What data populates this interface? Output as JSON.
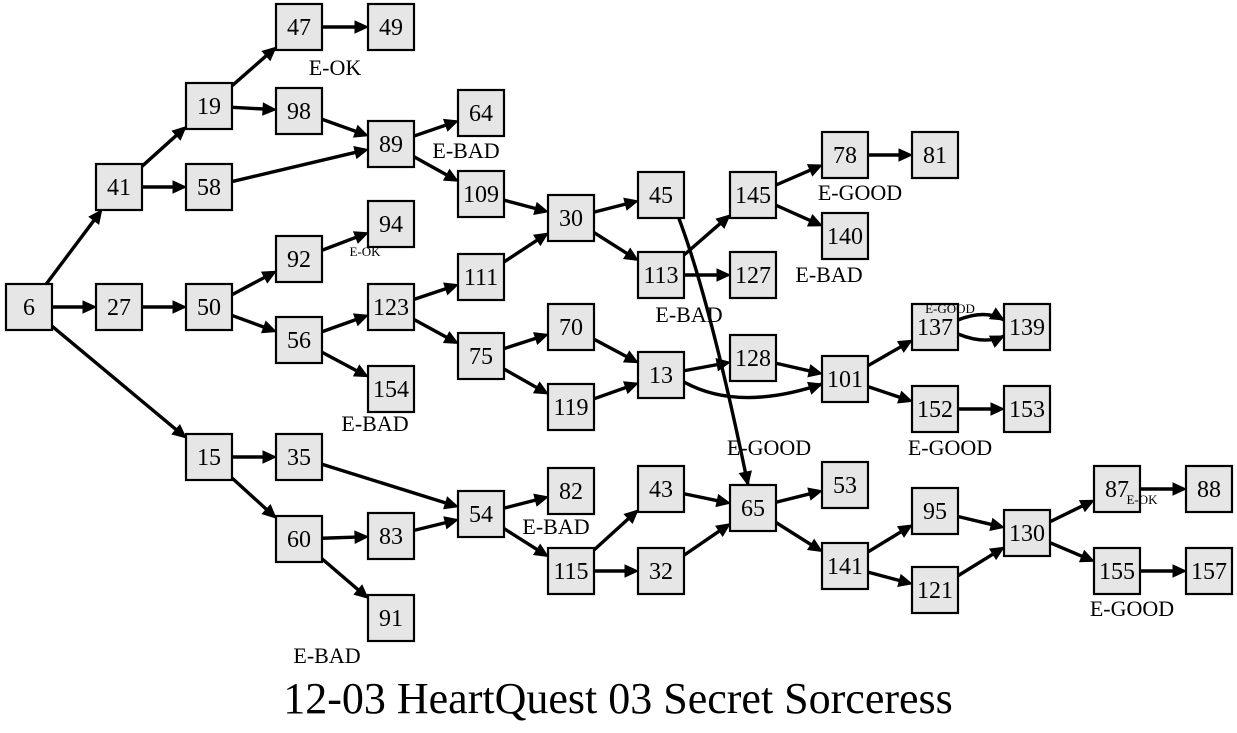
{
  "title": "12-03 HeartQuest 03 Secret Sorceress",
  "nodes": [
    "6",
    "41",
    "27",
    "15",
    "19",
    "58",
    "47",
    "49",
    "98",
    "89",
    "64",
    "109",
    "50",
    "92",
    "94",
    "56",
    "123",
    "154",
    "35",
    "60",
    "83",
    "91",
    "54",
    "82",
    "115",
    "111",
    "75",
    "70",
    "119",
    "30",
    "45",
    "113",
    "127",
    "145",
    "78",
    "81",
    "140",
    "13",
    "128",
    "101",
    "137",
    "139",
    "152",
    "153",
    "43",
    "32",
    "65",
    "53",
    "141",
    "95",
    "121",
    "130",
    "87",
    "88",
    "155",
    "157"
  ],
  "edges": [
    [
      "6",
      "41"
    ],
    [
      "6",
      "27"
    ],
    [
      "6",
      "15"
    ],
    [
      "41",
      "19"
    ],
    [
      "41",
      "58"
    ],
    [
      "19",
      "47"
    ],
    [
      "19",
      "98"
    ],
    [
      "47",
      "49"
    ],
    [
      "98",
      "89"
    ],
    [
      "58",
      "89"
    ],
    [
      "89",
      "64"
    ],
    [
      "89",
      "109"
    ],
    [
      "27",
      "50"
    ],
    [
      "50",
      "92"
    ],
    [
      "50",
      "56"
    ],
    [
      "92",
      "94"
    ],
    [
      "56",
      "123"
    ],
    [
      "56",
      "154"
    ],
    [
      "123",
      "111"
    ],
    [
      "123",
      "75"
    ],
    [
      "109",
      "30"
    ],
    [
      "111",
      "30"
    ],
    [
      "30",
      "45"
    ],
    [
      "30",
      "113"
    ],
    [
      "45",
      "65"
    ],
    [
      "113",
      "145"
    ],
    [
      "113",
      "127"
    ],
    [
      "145",
      "78"
    ],
    [
      "145",
      "140"
    ],
    [
      "78",
      "81"
    ],
    [
      "75",
      "70"
    ],
    [
      "75",
      "119"
    ],
    [
      "70",
      "13"
    ],
    [
      "119",
      "13"
    ],
    [
      "13",
      "128"
    ],
    [
      "13",
      "101"
    ],
    [
      "128",
      "101"
    ],
    [
      "101",
      "137"
    ],
    [
      "101",
      "152"
    ],
    [
      "137",
      "139"
    ],
    [
      "137",
      "139"
    ],
    [
      "152",
      "153"
    ],
    [
      "15",
      "35"
    ],
    [
      "15",
      "60"
    ],
    [
      "35",
      "54"
    ],
    [
      "60",
      "83"
    ],
    [
      "60",
      "91"
    ],
    [
      "83",
      "54"
    ],
    [
      "54",
      "82"
    ],
    [
      "54",
      "115"
    ],
    [
      "115",
      "43"
    ],
    [
      "115",
      "32"
    ],
    [
      "43",
      "65"
    ],
    [
      "32",
      "65"
    ],
    [
      "65",
      "53"
    ],
    [
      "65",
      "141"
    ],
    [
      "141",
      "95"
    ],
    [
      "141",
      "121"
    ],
    [
      "95",
      "130"
    ],
    [
      "121",
      "130"
    ],
    [
      "130",
      "87"
    ],
    [
      "130",
      "155"
    ],
    [
      "87",
      "88"
    ],
    [
      "155",
      "157"
    ]
  ],
  "endings": [
    {
      "node": "47",
      "label": "E-OK"
    },
    {
      "node": "64",
      "label": "E-BAD"
    },
    {
      "node": "94",
      "label": "E-OK"
    },
    {
      "node": "154",
      "label": "E-BAD"
    },
    {
      "node": "91",
      "label": "E-BAD"
    },
    {
      "node": "82",
      "label": "E-BAD"
    },
    {
      "node": "78",
      "label": "E-GOOD"
    },
    {
      "node": "140",
      "label": "E-BAD"
    },
    {
      "node": "113",
      "label": "E-BAD"
    },
    {
      "node": "137",
      "label": "E-GOOD"
    },
    {
      "node": "152",
      "label": "E-GOOD"
    },
    {
      "node": "45",
      "label": "E-GOOD"
    },
    {
      "node": "87",
      "label": "E-OK"
    },
    {
      "node": "155",
      "label": "E-GOOD"
    }
  ]
}
